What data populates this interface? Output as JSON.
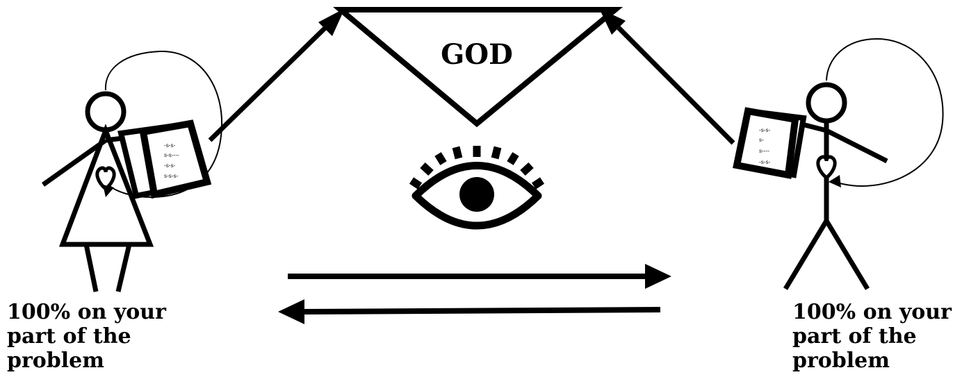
{
  "god": {
    "label": "GOD"
  },
  "left_person": {
    "book_lines": [
      "-s-s-",
      "s-s----",
      "-s-s-",
      "s-s-s-"
    ],
    "caption": [
      "100% on your",
      "part of the",
      "problem"
    ]
  },
  "right_person": {
    "book_lines": [
      "-s-s-",
      "s-",
      "s----",
      "-s-s-"
    ],
    "caption": [
      "100% on your",
      "part of the",
      "problem"
    ]
  },
  "colors": {
    "ink": "#000000",
    "background": "#ffffff"
  }
}
